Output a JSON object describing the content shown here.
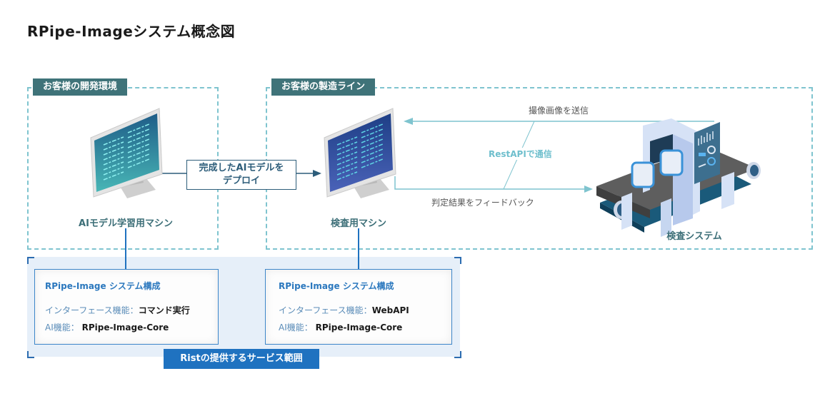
{
  "title": "RPipe-Imageシステム概念図",
  "zones": {
    "dev_env": {
      "label": "お客様の開発環境"
    },
    "production_line": {
      "label": "お客様の製造ライン"
    }
  },
  "machines": {
    "training": {
      "label": "AIモデル学習用マシン",
      "icon": "monitor-icon"
    },
    "inspection": {
      "label": "検査用マシン",
      "icon": "monitor-icon"
    },
    "inspection_system": {
      "label": "検査システム",
      "icon": "conveyor-inspection-icon"
    }
  },
  "deploy": {
    "line1": "完成したAIモデルを",
    "line2": "デプロイ"
  },
  "flows": {
    "send_image": "撮像画像を送信",
    "feedback": "判定結果をフィードバック",
    "rest_api": "RestAPIで通信"
  },
  "configs": [
    {
      "title": "RPipe-Image システム構成",
      "interface_key": "インターフェース機能：",
      "interface_val": "コマンド実行",
      "ai_key": "AI機能：",
      "ai_val": "RPipe-Image-Core"
    },
    {
      "title": "RPipe-Image システム構成",
      "interface_key": "インターフェース機能：",
      "interface_val": "WebAPI",
      "ai_key": "AI機能：",
      "ai_val": "RPipe-Image-Core"
    }
  ],
  "service_scope": {
    "label": "Ristの提供するサービス範囲"
  },
  "colors": {
    "accent_teal": "#3f7379",
    "dashed": "#7fc4cf",
    "service_blue": "#1f72c0",
    "config_title": "#2b78be"
  }
}
